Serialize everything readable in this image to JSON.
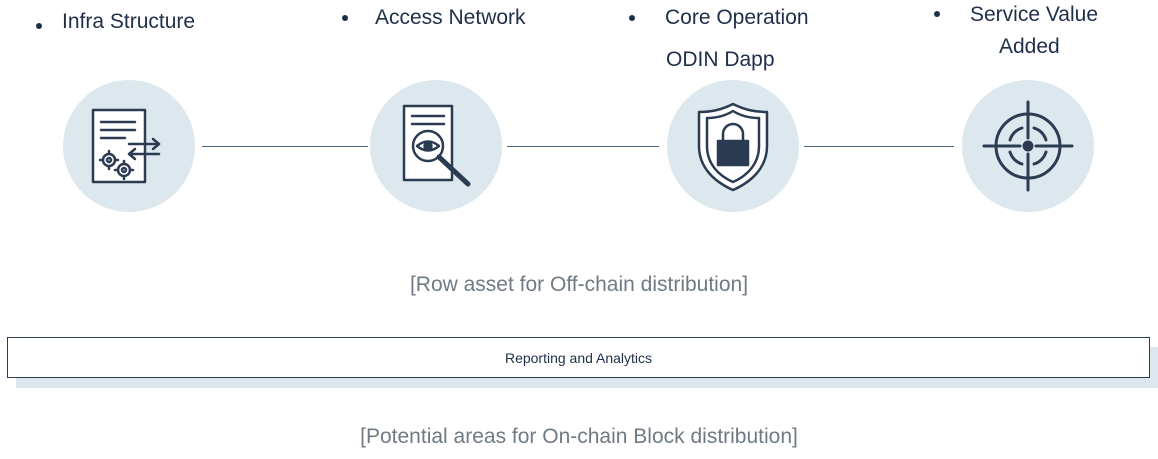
{
  "stages": [
    {
      "lines": [
        "Infra Structure"
      ],
      "icon": "document-gear-icon"
    },
    {
      "lines": [
        "Access Network"
      ],
      "icon": "document-magnifier-icon"
    },
    {
      "lines": [
        "Core Operation",
        "ODIN Dapp"
      ],
      "icon": "shield-lock-icon"
    },
    {
      "lines": [
        "Service Value",
        "Added"
      ],
      "icon": "target-crosshair-icon"
    }
  ],
  "caption_offchain": "[Row asset for Off-chain distribution]",
  "reporting": {
    "label": "Reporting and Analytics"
  },
  "caption_onchain": "[Potential areas for On-chain Block distribution]",
  "colors": {
    "text": "#1f2f4a",
    "circle_fill": "#dde7ee",
    "icon_stroke": "#2b3b52",
    "connector": "#4a6a86",
    "caption": "#707a84"
  }
}
